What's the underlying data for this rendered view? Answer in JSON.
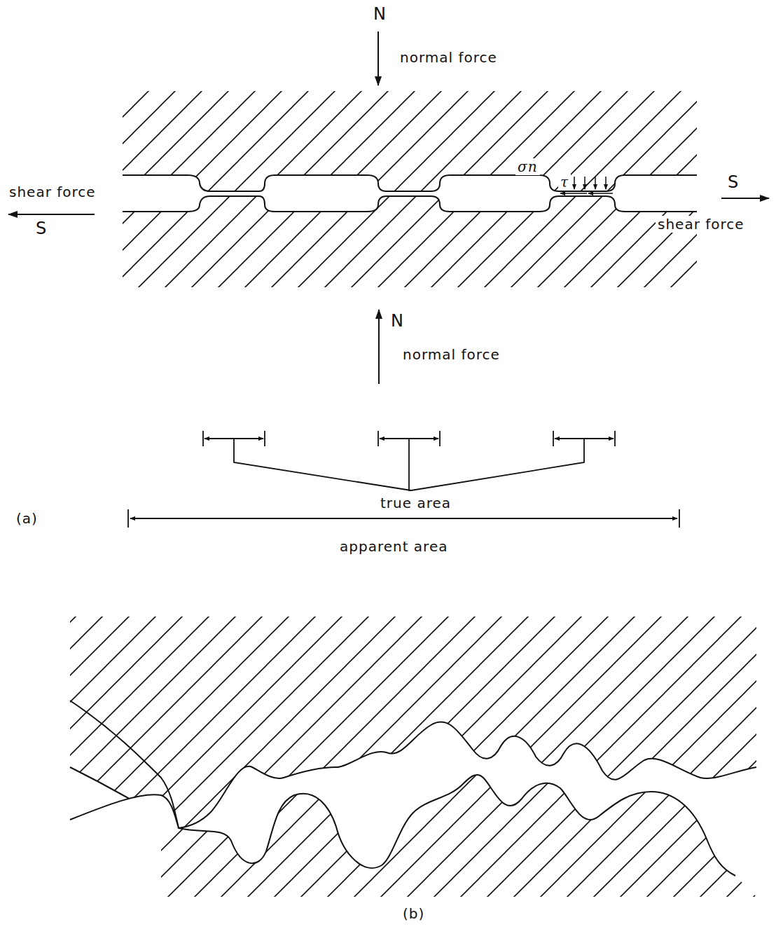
{
  "diagram": {
    "labels": [
      "N",
      "normal force",
      "shear force",
      "S",
      "σn",
      "τ",
      "S",
      "shear force",
      "N",
      "normal force",
      "true area",
      "(a)",
      "apparent area",
      "(b)"
    ]
  }
}
